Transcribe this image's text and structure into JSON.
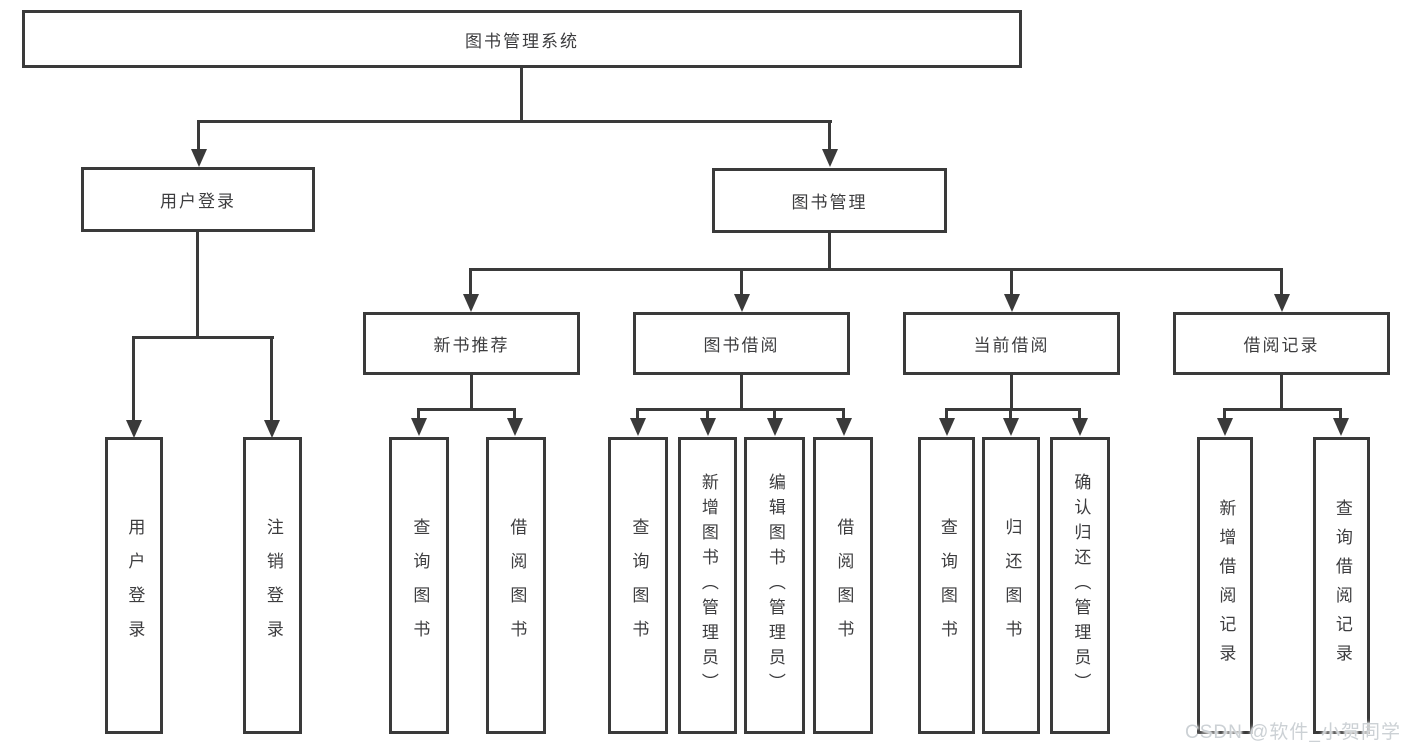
{
  "colors": {
    "line": "#3a3a3a",
    "text": "#3d3d3f",
    "watermark": "#ccd1d5"
  },
  "watermark": {
    "text": "CSDN @软件_小贺同学"
  },
  "tree": {
    "root": "图书管理系统",
    "branches": {
      "user_login": {
        "label": "用户登录",
        "children": [
          "用户登录",
          "注销登录"
        ]
      },
      "book_management": {
        "label": "图书管理",
        "children": {
          "new_book_recommend": {
            "label": "新书推荐",
            "children": [
              "查询图书",
              "借阅图书"
            ]
          },
          "book_borrow": {
            "label": "图书借阅",
            "children": [
              "查询图书",
              "新增图书（管理员）",
              "编辑图书（管理员）",
              "借阅图书"
            ]
          },
          "current_borrow": {
            "label": "当前借阅",
            "children": [
              "查询图书",
              "归还图书",
              "确认归还（管理员）"
            ]
          },
          "borrow_record": {
            "label": "借阅记录",
            "children": [
              "新增借阅记录",
              "查询借阅记录"
            ]
          }
        }
      }
    }
  }
}
